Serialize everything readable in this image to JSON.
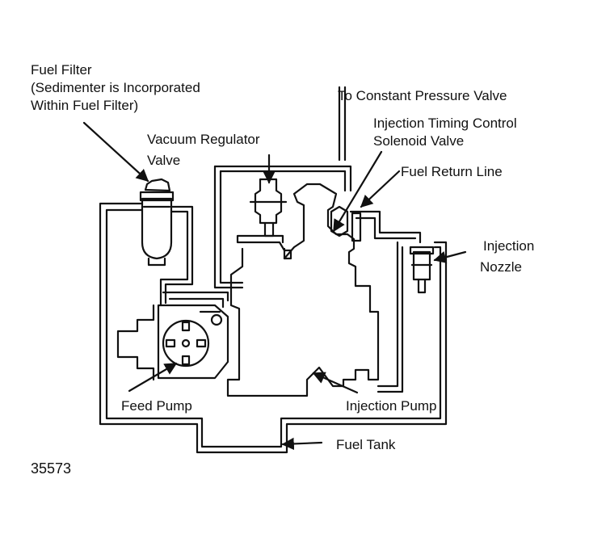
{
  "labels": {
    "fuel_filter": [
      "Fuel Filter",
      "(Sedimenter is Incorporated",
      "Within Fuel Filter)"
    ],
    "vacuum_regulator_valve": [
      "Vacuum Regulator",
      "Valve"
    ],
    "constant_pressure_valve": "To Constant Pressure Valve",
    "injection_timing_control": [
      "Injection Timing Control",
      "Solenoid Valve"
    ],
    "fuel_return_line": "Fuel Return Line",
    "injection_nozzle": [
      "Injection",
      "Nozzle"
    ],
    "feed_pump": "Feed Pump",
    "injection_pump": "Injection Pump",
    "fuel_tank": "Fuel Tank"
  },
  "figure_number": "35573",
  "colors": {
    "line": "#111111",
    "background": "#ffffff"
  }
}
